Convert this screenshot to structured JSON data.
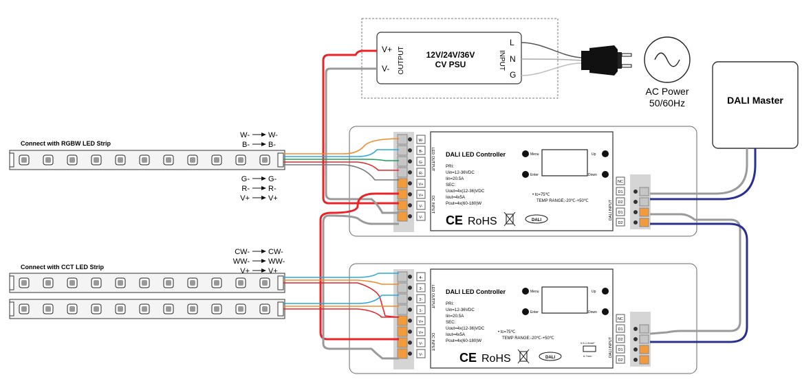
{
  "psu": {
    "title_line1": "12V/24V/36V",
    "title_line2": "CV PSU",
    "vplus": "V+",
    "vminus": "V-",
    "output": "OUTPUT",
    "input": "INPUT",
    "l": "L",
    "n": "N",
    "g": "G"
  },
  "ac": {
    "line1": "AC Power",
    "line2": "50/60Hz"
  },
  "dali_master": {
    "label": "DALI Master"
  },
  "rgbw_strip": {
    "label": "Connect with RGBW LED Strip",
    "pairs": [
      {
        "from": "W-",
        "to": "W-"
      },
      {
        "from": "B-",
        "to": "B-"
      },
      {
        "from": "G-",
        "to": "G-"
      },
      {
        "from": "R-",
        "to": "R-"
      },
      {
        "from": "V+",
        "to": "V+"
      }
    ]
  },
  "cct_strip": {
    "label": "Connect with CCT LED Strip",
    "pairs": [
      {
        "from": "CW-",
        "to": "CW-"
      },
      {
        "from": "WW-",
        "to": "WW-"
      },
      {
        "from": "V+",
        "to": "V+"
      }
    ]
  },
  "controller_top": {
    "title": "DALI LED Controller",
    "pri": "PRI:",
    "uin": "Uin=12-36VDC",
    "iin": "Iin=20.5A",
    "sec": "SEC:",
    "uout": "Uout=4x(12-36)VDC",
    "iout": "Iout=4x5A",
    "pout": "Pout=4x(60-180)W",
    "tc": "• tc=75℃",
    "temp": "TEMP RANGE:-20℃-+50℃",
    "menu": "Menu",
    "enter": "Enter",
    "up": "Up",
    "down": "Down",
    "ce": "CE",
    "rohs": "RoHS",
    "dali_logo": "DALI",
    "led_output": "LED OUTPUT",
    "dc_input": "DC INPUT",
    "dali_input": "DALI INPUT",
    "left_terms": [
      "W-",
      "B-",
      "G-",
      "R-",
      "V+",
      "V+",
      "V-",
      "V-"
    ],
    "right_terms": [
      "NC",
      "D1",
      "D2",
      "D1",
      "D2"
    ]
  },
  "controller_bottom": {
    "title": "DALI LED Controller",
    "pri": "PRI:",
    "uin": "Uin=12-36VDC",
    "iin": "Iin=20.5A",
    "sec": "SEC:",
    "uout": "Uout=4x(12-36)VDC",
    "iout": "Iout=4x5A",
    "pout": "Pout=4x(60-180)W",
    "tc": "• tc=75℃",
    "temp": "TEMP RANGE:-20℃-+50℃",
    "menu": "Menu",
    "enter": "Enter",
    "up": "Up",
    "down": "Down",
    "ce": "CE",
    "rohs": "RoHS",
    "dali_logo": "DALI",
    "led_output": "LED OUTPUT",
    "dc_input": "DC INPUT",
    "dali_input": "DALI INPUT",
    "wire_spec": "0.5-1.5mm²",
    "strip_spec": "6-7mm",
    "left_terms": [
      "4-",
      "3-",
      "2-",
      "1-",
      "V+",
      "V+",
      "V-",
      "V-"
    ],
    "right_terms": [
      "NC",
      "D1",
      "D2",
      "D1",
      "D2"
    ]
  },
  "colors": {
    "red": "#e8242a",
    "gray": "#9a9a9a",
    "navy": "#2b2f8f",
    "orange": "#f08a2c",
    "blue": "#2aa8e0",
    "green": "#1aa05a",
    "terminal_orange": "#f39a3a"
  }
}
